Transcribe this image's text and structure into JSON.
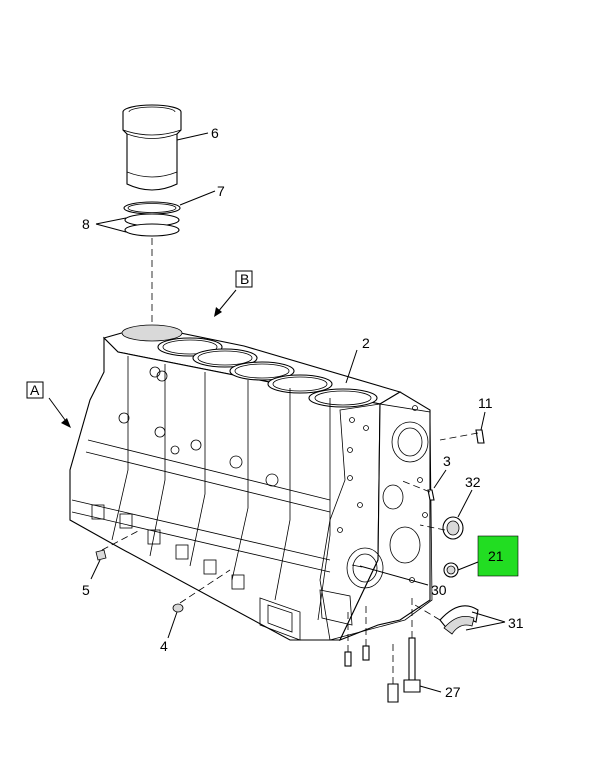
{
  "callouts": {
    "c6": "6",
    "c7": "7",
    "c8": "8",
    "cB": "B",
    "c2": "2",
    "cA": "A",
    "c11": "11",
    "c3": "3",
    "c32": "32",
    "c21": "21",
    "c30": "30",
    "c5": "5",
    "c4": "4",
    "c31": "31",
    "c27": "27"
  },
  "colors": {
    "highlight": "#22dd22",
    "ink": "#000000",
    "part_shade": "#d9d9d9"
  }
}
